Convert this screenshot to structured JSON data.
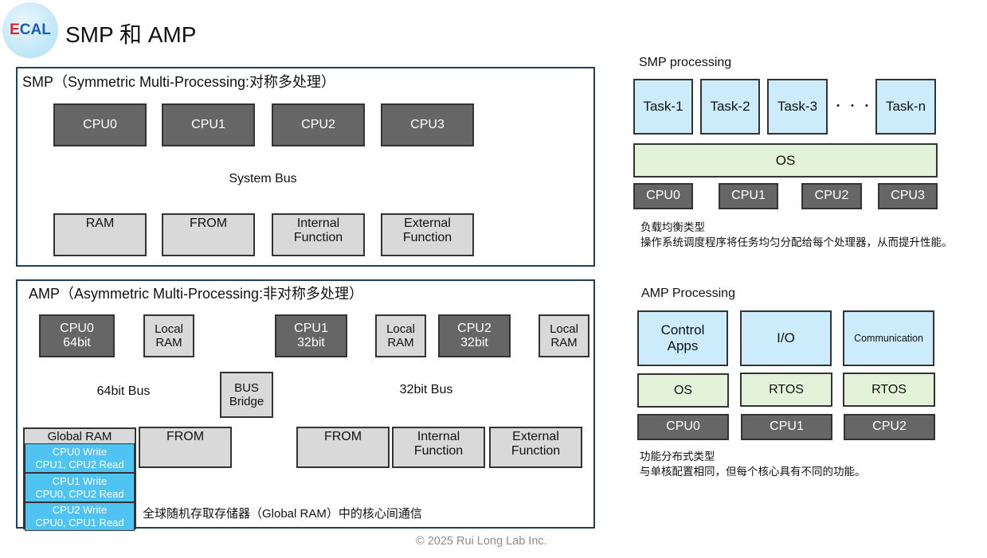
{
  "header": {
    "logo_text": [
      "E",
      "C",
      "A",
      "L"
    ],
    "title": "SMP 和 AMP"
  },
  "smp": {
    "title": "SMP（Symmetric Multi-Processing:对称多处理）",
    "cpus": [
      "CPU0",
      "CPU1",
      "CPU2",
      "CPU3"
    ],
    "bus": "System Bus",
    "mems": [
      [
        "RAM"
      ],
      [
        "FROM"
      ],
      [
        "Internal",
        "Function"
      ],
      [
        "External",
        "Function"
      ]
    ]
  },
  "amp": {
    "title": "AMP（Asymmetric Multi-Processing:非对称多处理）",
    "cpu0": [
      "CPU0",
      "64bit"
    ],
    "cpu1": [
      "CPU1",
      "32bit"
    ],
    "cpu2": [
      "CPU2",
      "32bit"
    ],
    "local_ram": [
      "Local",
      "RAM"
    ],
    "bus64": "64bit Bus",
    "bus32": "32bit Bus",
    "bridge": [
      "BUS",
      "Bridge"
    ],
    "global_ram": "Global RAM",
    "ram_rows": [
      [
        "CPU0 Write",
        "CPU1, CPU2 Read"
      ],
      [
        "CPU1 Write",
        "CPU0, CPU2  Read"
      ],
      [
        "CPU2 Write",
        "CPU0, CPU1  Read"
      ]
    ],
    "from": "FROM",
    "internal": [
      "Internal",
      "Function"
    ],
    "external": [
      "External",
      "Function"
    ],
    "caption": "全球随机存取存储器（Global RAM）中的核心间通信"
  },
  "smp_proc": {
    "title": "SMP processing",
    "tasks": [
      "Task-1",
      "Task-2",
      "Task-3",
      "Task-n"
    ],
    "ellipsis": "・ ・ ・",
    "os": "OS",
    "cpus": [
      "CPU0",
      "CPU1",
      "CPU2",
      "CPU3"
    ],
    "note1": "负载均衡类型",
    "note2": "操作系统调度程序将任务均匀分配给每个处理器，从而提升性能。"
  },
  "amp_proc": {
    "title": "AMP Processing",
    "apps": [
      [
        "Control",
        "Apps"
      ],
      [
        "I/O"
      ],
      [
        "Communication"
      ]
    ],
    "oses": [
      "OS",
      "RTOS",
      "RTOS"
    ],
    "cpus": [
      "CPU0",
      "CPU1",
      "CPU2"
    ],
    "note1": "功能分布式类型",
    "note2": "与单核配置相同，但每个核心具有不同的功能。"
  },
  "footer": {
    "copyright": "© 2025 Rui Long Lab Inc."
  },
  "colors": {
    "dark_box": "#666666",
    "light_box": "#d9d9d9",
    "arrow": "#a6a6a6",
    "blue_box": "#ccecfb",
    "green_box": "#e2f3d9",
    "ram_cell": "#4fc3f1",
    "panel_border": "#1f4058"
  }
}
